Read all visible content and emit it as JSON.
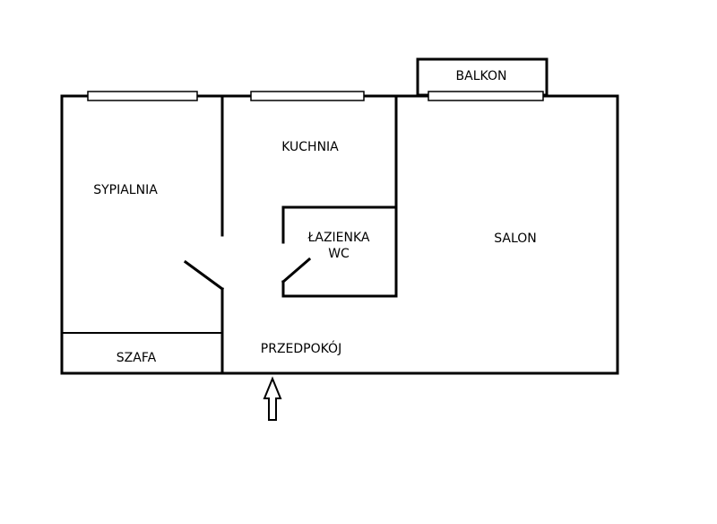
{
  "rooms": {
    "balkon": "BALKON",
    "kuchnia": "KUCHNIA",
    "sypialnia": "SYPIALNIA",
    "lazienka_line1": "ŁAZIENKA",
    "lazienka_line2": "WC",
    "salon": "SALON",
    "przedpokoj": "PRZEDPOKÓJ",
    "szafa": "SZAFA"
  }
}
